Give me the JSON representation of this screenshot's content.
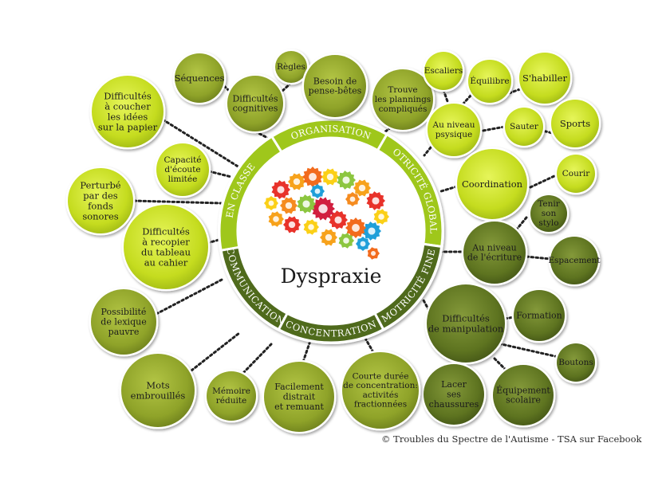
{
  "title": "Dyspraxie",
  "credit": "© Troubles du Spectre de l'Autisme - TSA sur Facebook",
  "colors": {
    "light": "#c5dc1f",
    "medium": "#8fa329",
    "dark": "#5e7420",
    "ring_light": "#9fc71b",
    "ring_dark": "#4f6a1c",
    "dots": "#222222"
  },
  "icon": "brain-gears-icon",
  "segments": [
    {
      "id": "en-classe",
      "label": "EN CLASSE"
    },
    {
      "id": "organisation",
      "label": "ORGANISATION"
    },
    {
      "id": "motricite-globale",
      "label": "MOTRICITÉ GLOBALE"
    },
    {
      "id": "motricite-fine",
      "label": "MOTRICITÉ FINE"
    },
    {
      "id": "concentration",
      "label": "CONCENTRATION"
    },
    {
      "id": "communication",
      "label": "COMMUNICATION"
    }
  ],
  "bubbles": [
    {
      "id": "difficultes-coucher",
      "tone": "light",
      "lines": [
        "Difficultés",
        "à coucher",
        "les idées",
        "sur la papier"
      ]
    },
    {
      "id": "capacite-ecoute",
      "tone": "light",
      "lines": [
        "Capacité",
        "d'écoute",
        "limitée"
      ]
    },
    {
      "id": "perturbe",
      "tone": "light",
      "lines": [
        "Perturbé",
        "par des",
        "fonds",
        "sonores"
      ]
    },
    {
      "id": "recopier",
      "tone": "light",
      "lines": [
        "Difficultés",
        "à recopier",
        "du tableau",
        "au cahier"
      ]
    },
    {
      "id": "sequences",
      "tone": "medium",
      "lines": [
        "Séquences"
      ]
    },
    {
      "id": "regles",
      "tone": "medium",
      "lines": [
        "Règles"
      ]
    },
    {
      "id": "difficultes-cognitives",
      "tone": "medium",
      "lines": [
        "Difficultés",
        "cognitives"
      ]
    },
    {
      "id": "besoin-pense-betes",
      "tone": "medium",
      "lines": [
        "Besoin de",
        "pense-bêtes"
      ]
    },
    {
      "id": "trouve-plannings",
      "tone": "medium",
      "lines": [
        "Trouve",
        "les plannings",
        "compliqués"
      ]
    },
    {
      "id": "escaliers",
      "tone": "light",
      "lines": [
        "Escaliers"
      ]
    },
    {
      "id": "equilibre",
      "tone": "light",
      "lines": [
        "Équilibre"
      ]
    },
    {
      "id": "shabiller",
      "tone": "light",
      "lines": [
        "S'habiller"
      ]
    },
    {
      "id": "niveau-psysique",
      "tone": "light",
      "lines": [
        "Au niveau",
        "psysique"
      ]
    },
    {
      "id": "sauter",
      "tone": "light",
      "lines": [
        "Sauter"
      ]
    },
    {
      "id": "sports",
      "tone": "light",
      "lines": [
        "Sports"
      ]
    },
    {
      "id": "coordination",
      "tone": "light",
      "lines": [
        "Coordination"
      ]
    },
    {
      "id": "courir",
      "tone": "light",
      "lines": [
        "Courir"
      ]
    },
    {
      "id": "tenir-stylo",
      "tone": "dark",
      "lines": [
        "Tenir",
        "son",
        "stylo"
      ]
    },
    {
      "id": "niveau-ecriture",
      "tone": "dark",
      "lines": [
        "Au niveau",
        "de l'écriture"
      ]
    },
    {
      "id": "espacement",
      "tone": "dark",
      "lines": [
        "Espacement"
      ]
    },
    {
      "id": "difficultes-manipulation",
      "tone": "dark",
      "lines": [
        "Difficultés",
        "de manipulation"
      ]
    },
    {
      "id": "formation",
      "tone": "dark",
      "lines": [
        "Formation"
      ]
    },
    {
      "id": "boutons",
      "tone": "dark",
      "lines": [
        "Boutons"
      ]
    },
    {
      "id": "lacer-chaussures",
      "tone": "dark",
      "lines": [
        "Lacer",
        "ses",
        "chaussures"
      ]
    },
    {
      "id": "equipement-scolaire",
      "tone": "dark",
      "lines": [
        "Équipement",
        "scolaire"
      ]
    },
    {
      "id": "courte-duree",
      "tone": "medium",
      "lines": [
        "Courte durée",
        "de concentration:",
        "activités",
        "fractionnées"
      ]
    },
    {
      "id": "facilement-distrait",
      "tone": "medium",
      "lines": [
        "Facilement",
        "distrait",
        "et remuant"
      ]
    },
    {
      "id": "memoire-reduite",
      "tone": "medium",
      "lines": [
        "Mémoire",
        "réduite"
      ]
    },
    {
      "id": "mots-embrouilles",
      "tone": "medium",
      "lines": [
        "Mots",
        "embrouillés"
      ]
    },
    {
      "id": "lexique-pauvre",
      "tone": "medium",
      "lines": [
        "Possibilité",
        "de lexique",
        "pauvre"
      ]
    }
  ]
}
